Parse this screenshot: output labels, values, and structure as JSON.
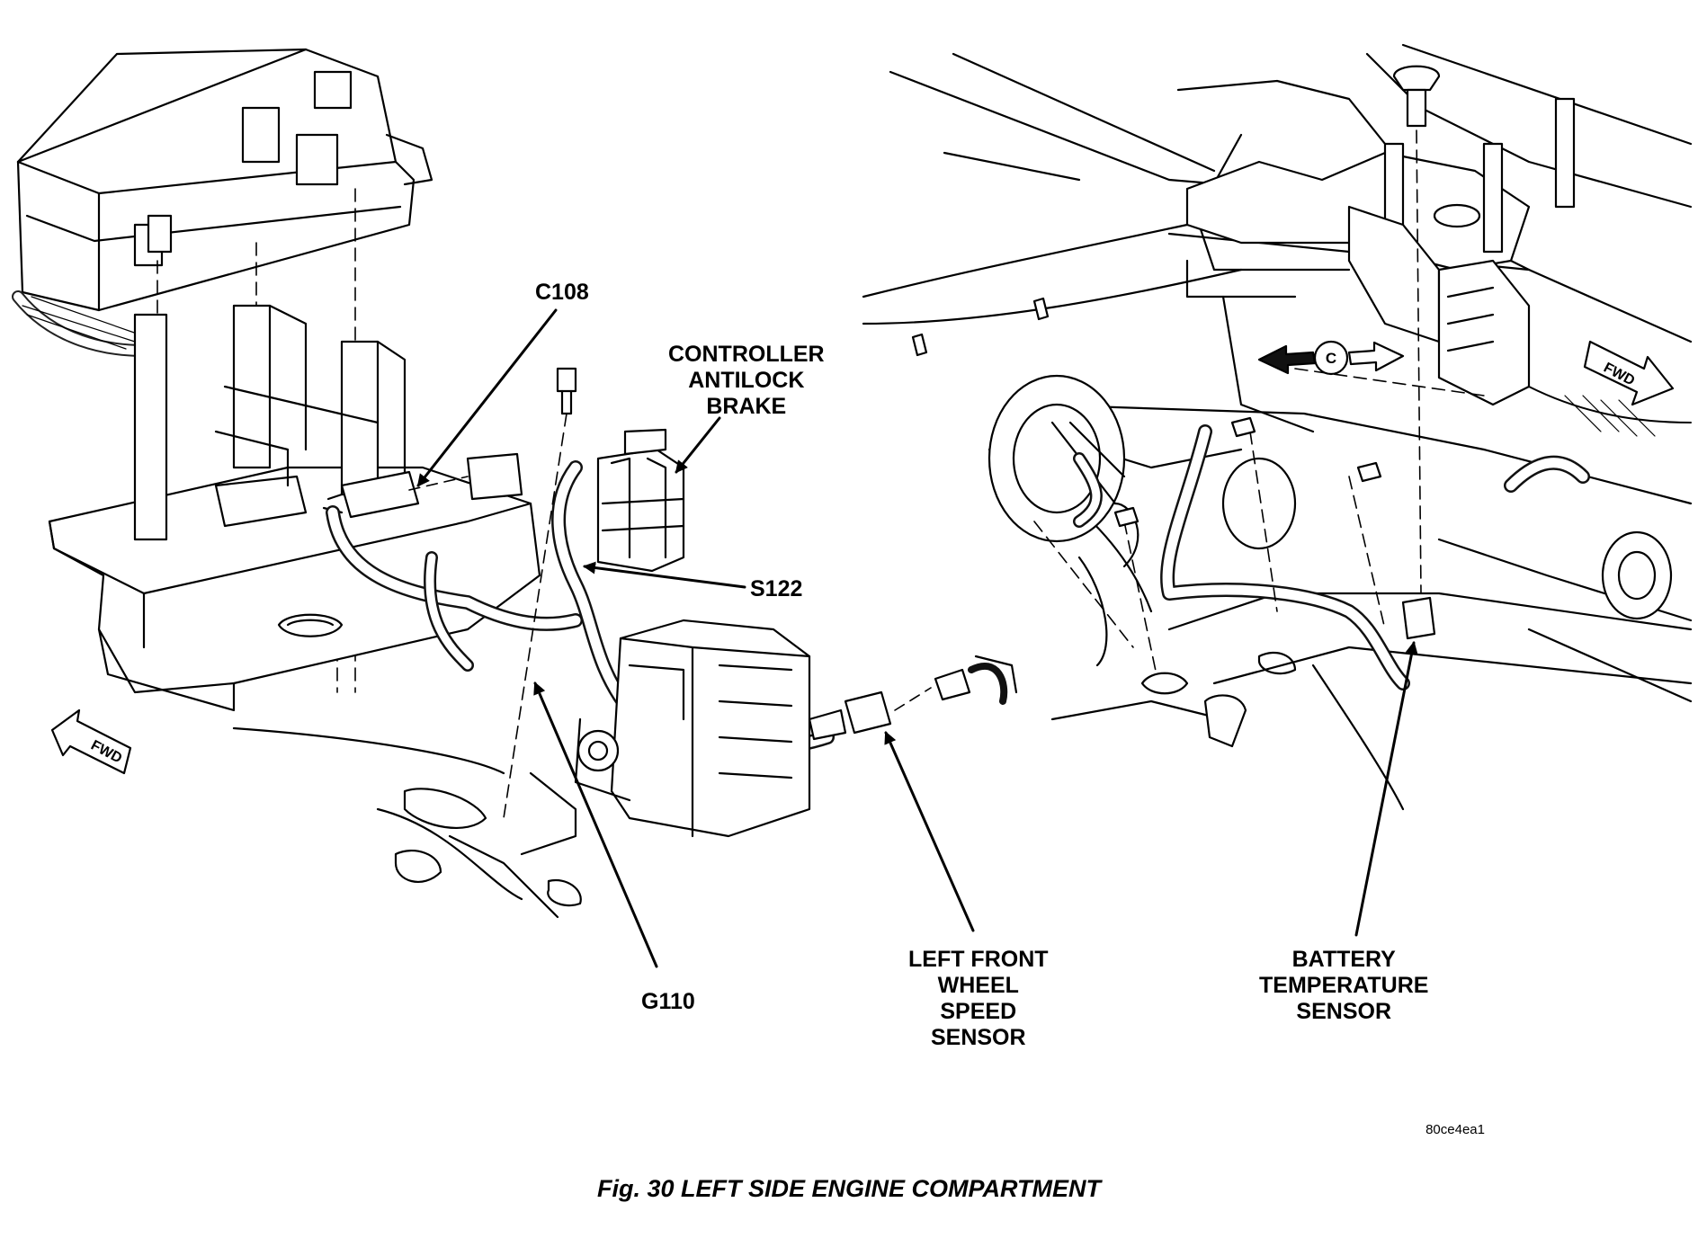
{
  "labels": {
    "c108": "C108",
    "controller": [
      "CONTROLLER",
      "ANTILOCK",
      "BRAKE"
    ],
    "s122": "S122",
    "g110": "G110",
    "wheel_sensor": [
      "LEFT FRONT",
      "WHEEL",
      "SPEED",
      "SENSOR"
    ],
    "battery_sensor": [
      "BATTERY",
      "TEMPERATURE",
      "SENSOR"
    ],
    "fwd_left": "FWD",
    "fwd_right": "FWD",
    "view_c": "C"
  },
  "figure_code": "80ce4ea1",
  "caption": "Fig. 30 LEFT SIDE ENGINE COMPARTMENT"
}
